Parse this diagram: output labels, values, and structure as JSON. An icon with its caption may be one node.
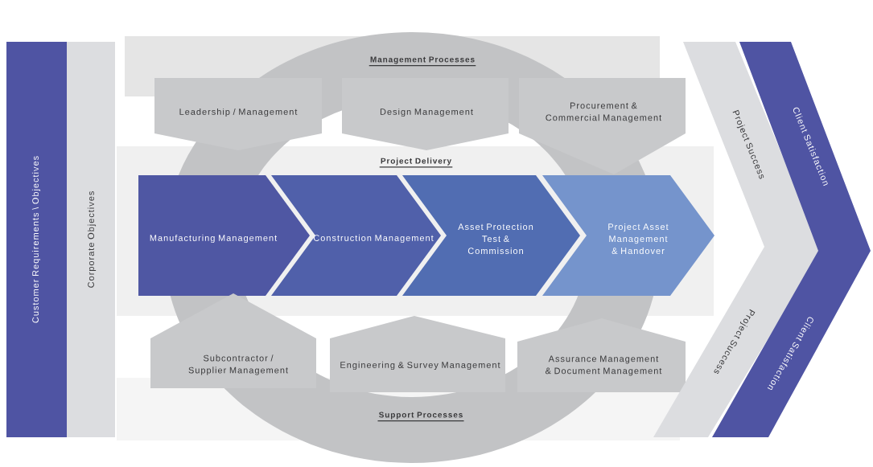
{
  "diagram": {
    "nodes": [
      {
        "text": [
          "Customer Requirements \\ Objectives"
        ]
      },
      {
        "text": [
          "Corporate Objectives"
        ]
      },
      {
        "text": [
          "Leadership / Management"
        ]
      },
      {
        "text": [
          "Design Management"
        ]
      },
      {
        "text": [
          "Procurement & Commercial Management"
        ]
      },
      {
        "text": [
          "Manufacturing Management"
        ]
      },
      {
        "text": [
          "Construction Management"
        ]
      },
      {
        "text": [
          "Asset Protection Test & Commission"
        ]
      },
      {
        "text": [
          "Project Asset Management & Handover"
        ]
      },
      {
        "text": [
          "Subcontractor / Supplier Management"
        ]
      },
      {
        "text": [
          "Engineering & Survey Management"
        ]
      },
      {
        "text": [
          "Assurance Management & Document Management"
        ]
      },
      {
        "text": [
          "Project Success",
          "Project Success"
        ]
      },
      {
        "text": [
          "Client Satisfaction",
          "Client Satisfaction"
        ]
      }
    ],
    "labels": [
      "Management Processes",
      "Project Delivery",
      "Support Processes"
    ]
  }
}
